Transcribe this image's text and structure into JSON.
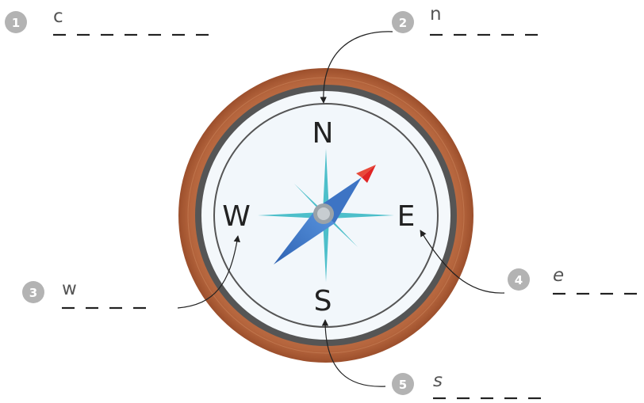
{
  "compass": {
    "directions": {
      "north": "N",
      "south": "S",
      "east": "E",
      "west": "W"
    }
  },
  "labels": [
    {
      "number": "1",
      "hint": "c",
      "blanks": 7,
      "target": "compass"
    },
    {
      "number": "2",
      "hint": "n",
      "blanks": 5,
      "target": "north"
    },
    {
      "number": "3",
      "hint": "w",
      "blanks": 4,
      "target": "west"
    },
    {
      "number": "4",
      "hint": "e",
      "blanks": 4,
      "target": "east"
    },
    {
      "number": "5",
      "hint": "s",
      "blanks": 5,
      "target": "south"
    }
  ],
  "colors": {
    "badge": "#b3b3b3",
    "rim_wood": "#b5653d",
    "rim_dark": "#555555",
    "face": "#f2f7fb",
    "star": "#4dbfca",
    "needle_blue": "#3d74c4",
    "needle_red": "#e02424",
    "pivot": "#9aa2a8"
  }
}
